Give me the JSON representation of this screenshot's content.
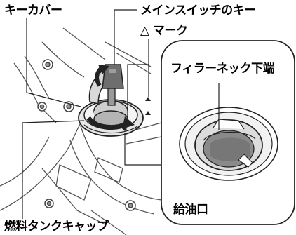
{
  "labels": {
    "key_cover": "キーカバー",
    "main_switch_key": "メインスイッチのキー",
    "triangle_mark": "△ マーク",
    "filler_neck_bottom": "フィラーネック下端",
    "oil_inlet": "給油口",
    "fuel_tank_cap": "燃料タンクキャップ"
  }
}
